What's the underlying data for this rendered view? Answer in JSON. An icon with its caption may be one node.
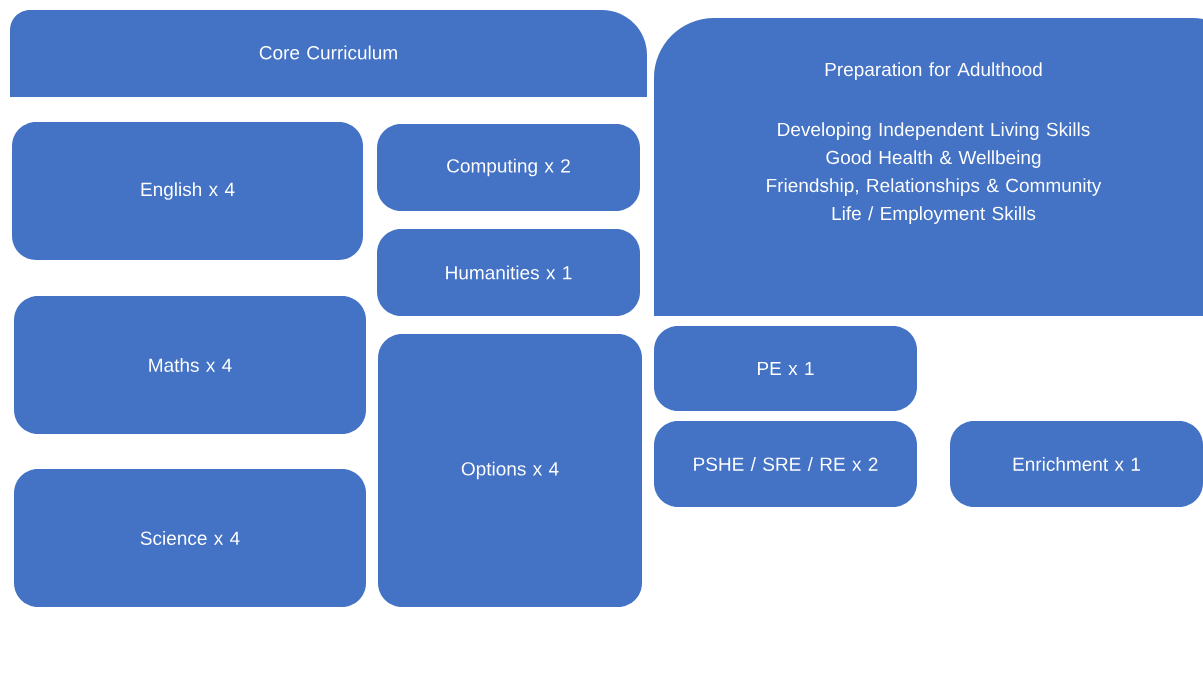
{
  "diagram": {
    "nodes": [
      {
        "text": [
          "Core Curriculum"
        ]
      },
      {
        "text": [
          "English x 4"
        ]
      },
      {
        "text": [
          "Computing x 2"
        ]
      },
      {
        "text": [
          "Humanities x 1"
        ]
      },
      {
        "text": [
          "Maths x 4"
        ]
      },
      {
        "text": [
          "Options x 4"
        ]
      },
      {
        "text": [
          "Science x 4"
        ]
      },
      {
        "text": [
          "Preparation for Adulthood",
          "Developing Independent Living Skills",
          "Good Health & Wellbeing",
          "Friendship, Relationships & Community",
          "Life / Employment Skills"
        ]
      },
      {
        "text": [
          "PE x 1"
        ]
      },
      {
        "text": [
          "PSHE / SRE / RE x 2"
        ]
      },
      {
        "text": [
          "Enrichment x 1"
        ]
      }
    ]
  }
}
